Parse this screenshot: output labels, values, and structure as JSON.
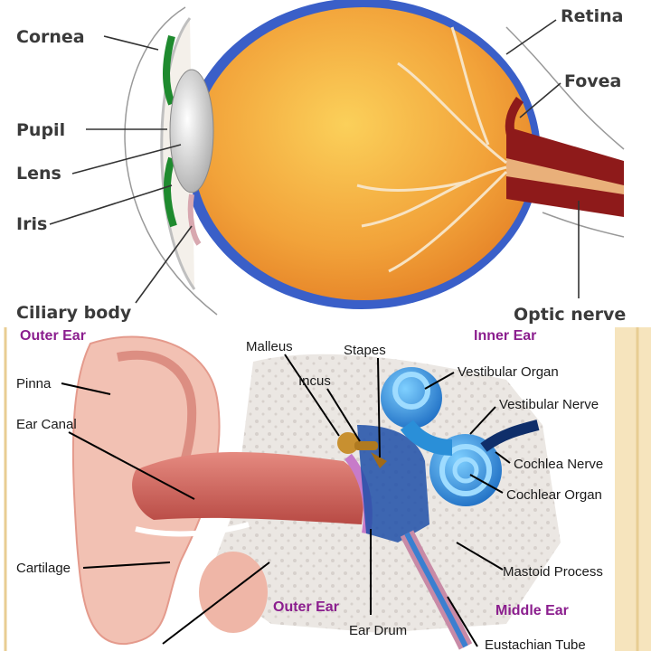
{
  "eye": {
    "labels": {
      "cornea": "Cornea",
      "pupil": "Pupil",
      "lens": "Lens",
      "iris": "Iris",
      "ciliary_body": "Ciliary body",
      "retina": "Retina",
      "fovea": "Fovea",
      "optic_nerve": "Optic nerve"
    }
  },
  "ear": {
    "headings": {
      "outer_top": "Outer Ear",
      "inner_top": "Inner Ear",
      "outer_bottom": "Outer Ear",
      "middle_bottom": "Middle Ear"
    },
    "labels": {
      "pinna": "Pinna",
      "ear_canal": "Ear Canal",
      "cartilage": "Cartilage",
      "malleus": "Malleus",
      "incus": "Incus",
      "stapes": "Stapes",
      "vestibular_organ": "Vestibular Organ",
      "vestibular_nerve": "Vestibular Nerve",
      "cochlea_nerve": "Cochlea Nerve",
      "cochlear_organ": "Cochlear Organ",
      "mastoid_process": "Mastoid Process",
      "ear_drum": "Ear Drum",
      "eustachian_tube": "Eustachian Tube"
    }
  },
  "colors": {
    "sclera_blue": "#3a5fc8",
    "eyeball_orange": "#f3a23a",
    "optic_red": "#8e1a1a",
    "ear_skin": "#f2c1b3",
    "canal_red": "#c85850",
    "inner_blue": "#2a8fd8",
    "bone_gray": "#e6e2de",
    "heading_purple": "#8b1e8e"
  }
}
